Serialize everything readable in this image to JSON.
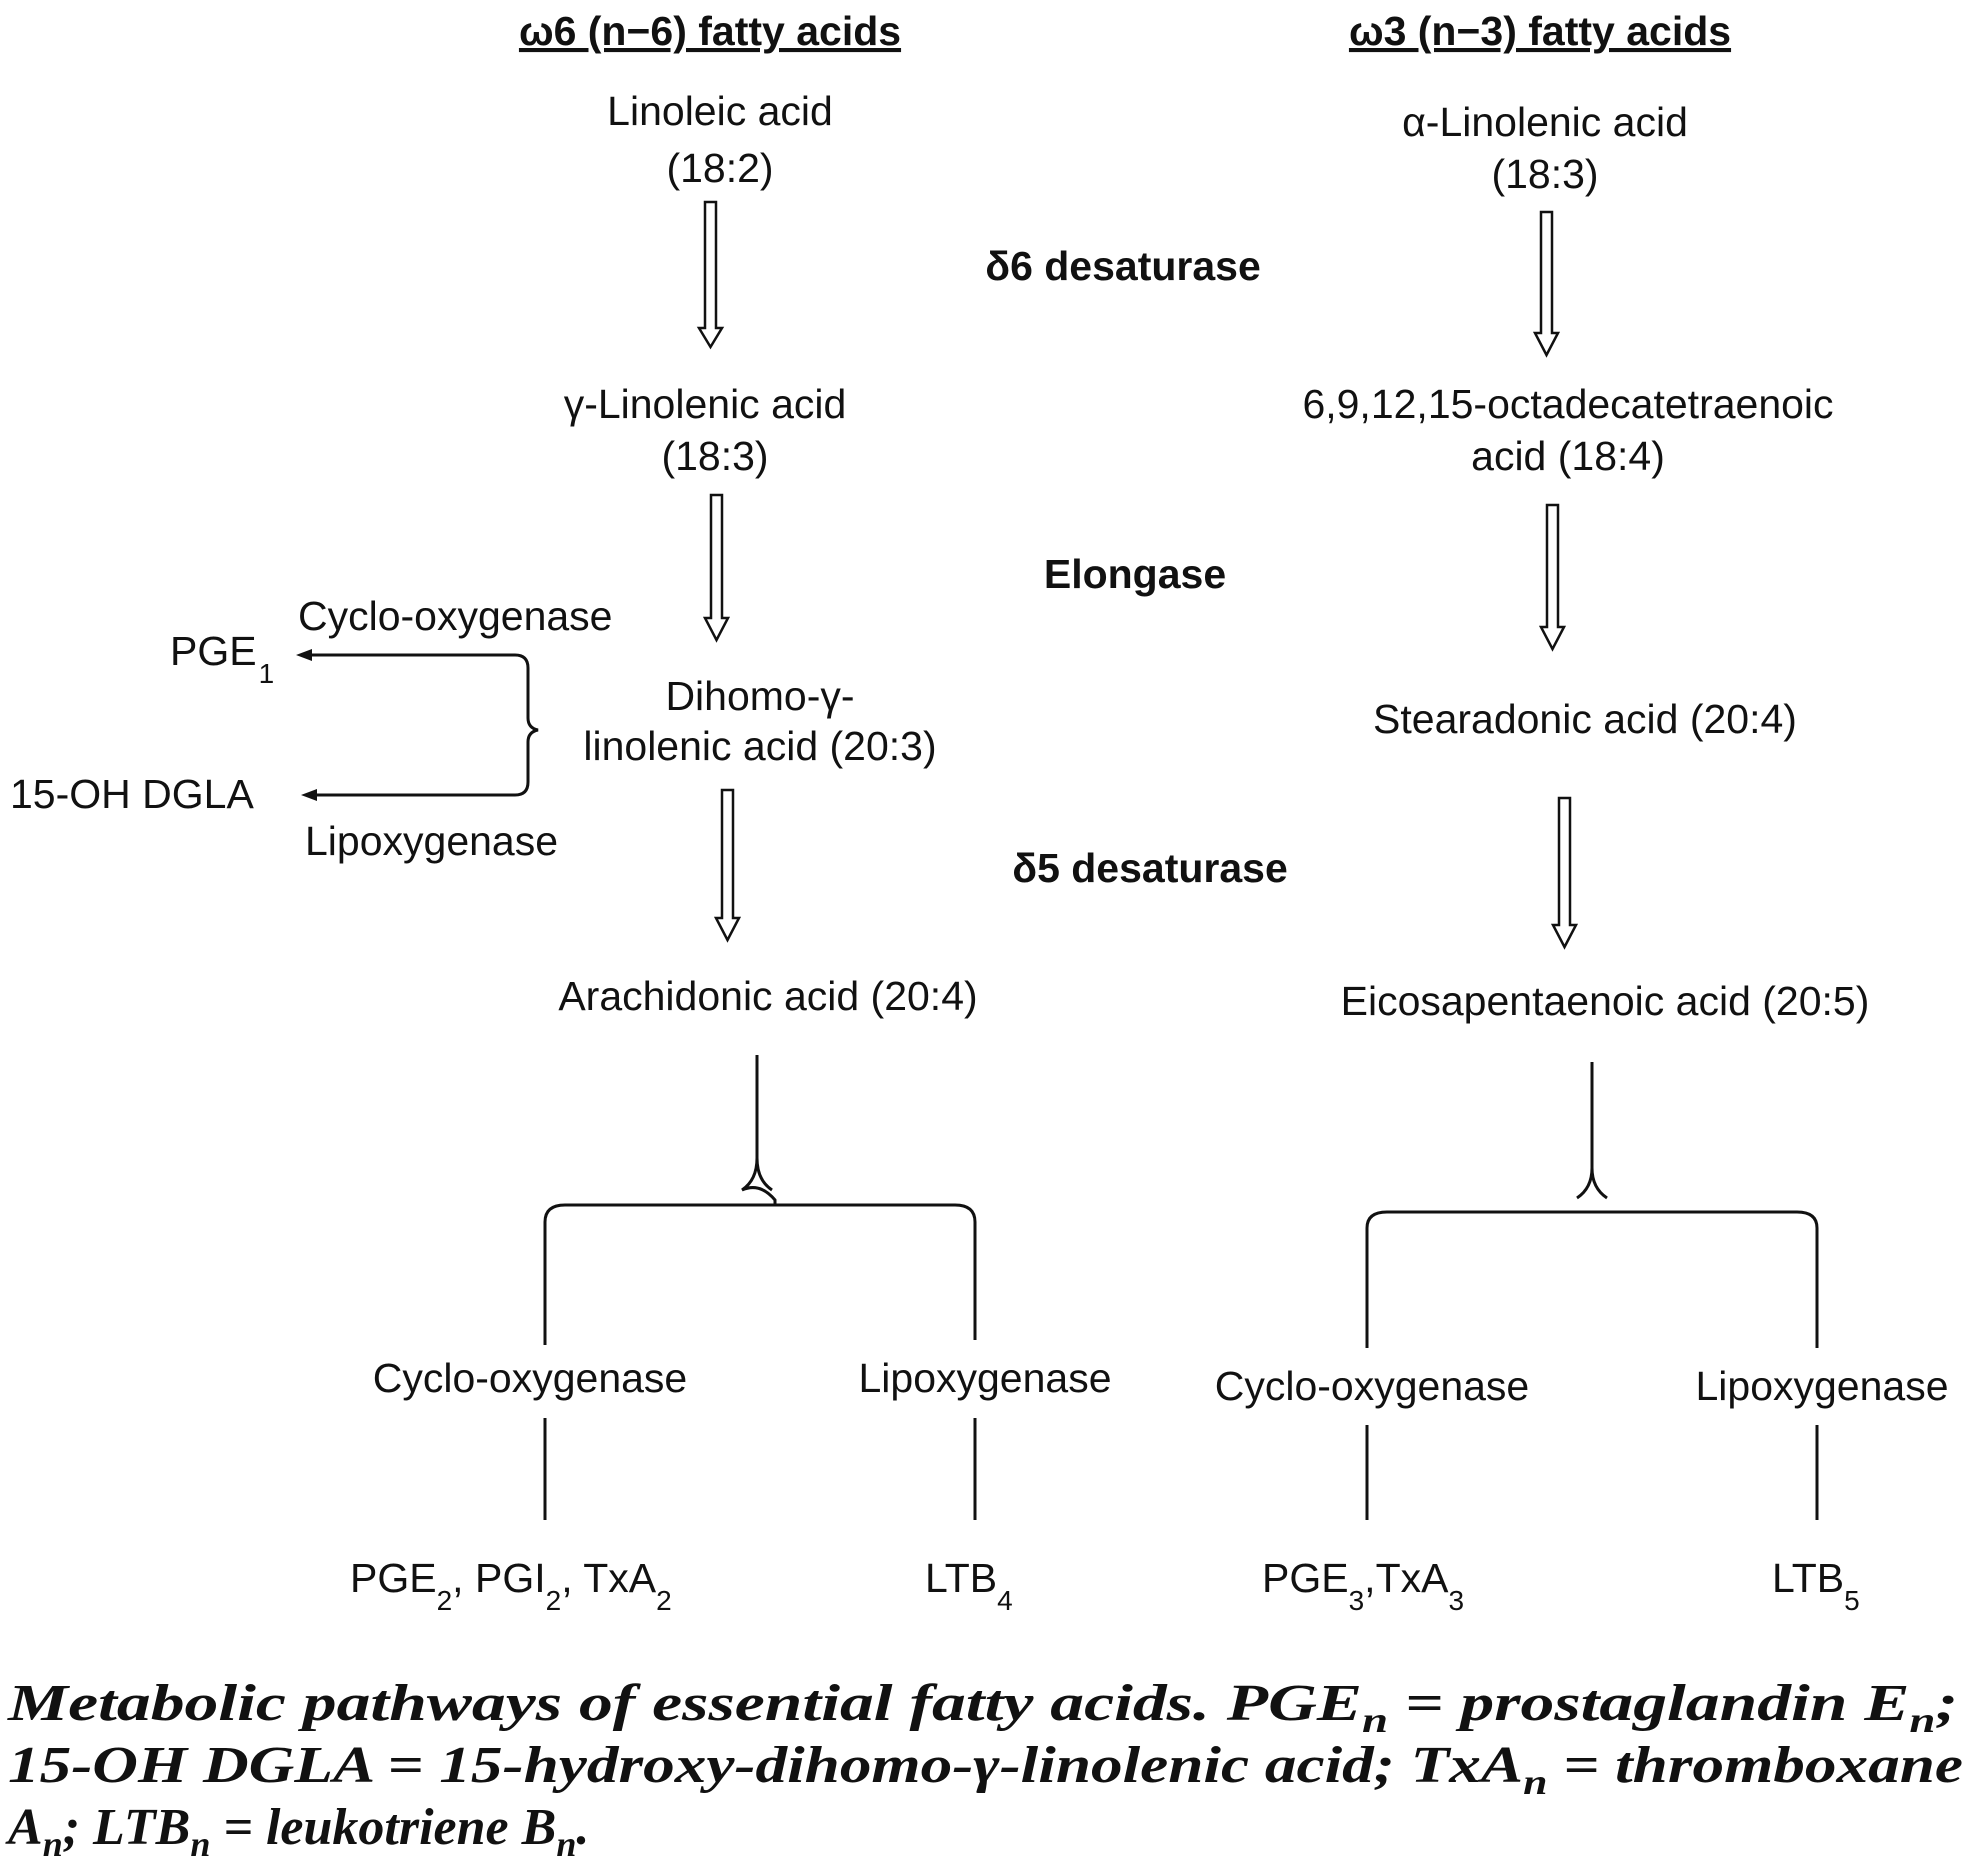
{
  "headers": {
    "omega6": "ω6 (n−6) fatty acids",
    "omega3": "ω3 (n−3) fatty acids"
  },
  "omega6": {
    "linoleic_name": "Linoleic acid",
    "linoleic_formula": "(18:2)",
    "gla_name": "γ-Linolenic acid",
    "gla_formula": "(18:3)",
    "dgla_line1": "Dihomo-γ-",
    "dgla_line2": "linolenic acid (20:3)",
    "arachidonic": "Arachidonic acid (20:4)",
    "branch_cyclo": "Cyclo-oxygenase",
    "branch_lipo": "Lipoxygenase",
    "pge1_main": "PGE",
    "pge1_sub": "1",
    "dgla15": "15-OH DGLA",
    "cox": "Cyclo-oxygenase",
    "lox": "Lipoxygenase",
    "products_cox": {
      "pge_main": "PGE",
      "pge_sub": "2",
      "pgi_main": "PGI",
      "pgi_sub": "2",
      "txa_main": "TxA",
      "txa_sub": "2"
    },
    "products_lox": {
      "ltb_main": "LTB",
      "ltb_sub": "4"
    }
  },
  "enzymes": {
    "d6": "δ6 desaturase",
    "elongase": "Elongase",
    "d5": "δ5 desaturase"
  },
  "omega3": {
    "ala_name": "α-Linolenic acid",
    "ala_formula": "(18:3)",
    "octa_line1": "6,9,12,15-octadecatetraenoic",
    "octa_line2": "acid (18:4)",
    "stearadonic": "Stearadonic acid (20:4)",
    "epa": "Eicosapentaenoic acid (20:5)",
    "cox": "Cyclo-oxygenase",
    "lox": "Lipoxygenase",
    "products_cox": {
      "pge_main": "PGE",
      "pge_sub": "3",
      "txa_main": "TxA",
      "txa_sub": "3"
    },
    "products_lox": {
      "ltb_main": "LTB",
      "ltb_sub": "5"
    }
  },
  "caption": {
    "l1_a": "Metabolic pathways of essential fatty acids. PGE",
    "l1_b": "n",
    "l1_c": " = prostaglandin E",
    "l1_d": "n",
    "l1_e": ";",
    "l2_a": "15-OH DGLA = 15-hydroxy-dihomo-γ-linolenic acid; TxA",
    "l2_b": "n",
    "l2_c": " = thromboxane",
    "l3_a": "A",
    "l3_b": "n",
    "l3_c": "; LTB",
    "l3_d": "n",
    "l3_e": " = leukotriene B",
    "l3_f": "n",
    "l3_g": "."
  }
}
